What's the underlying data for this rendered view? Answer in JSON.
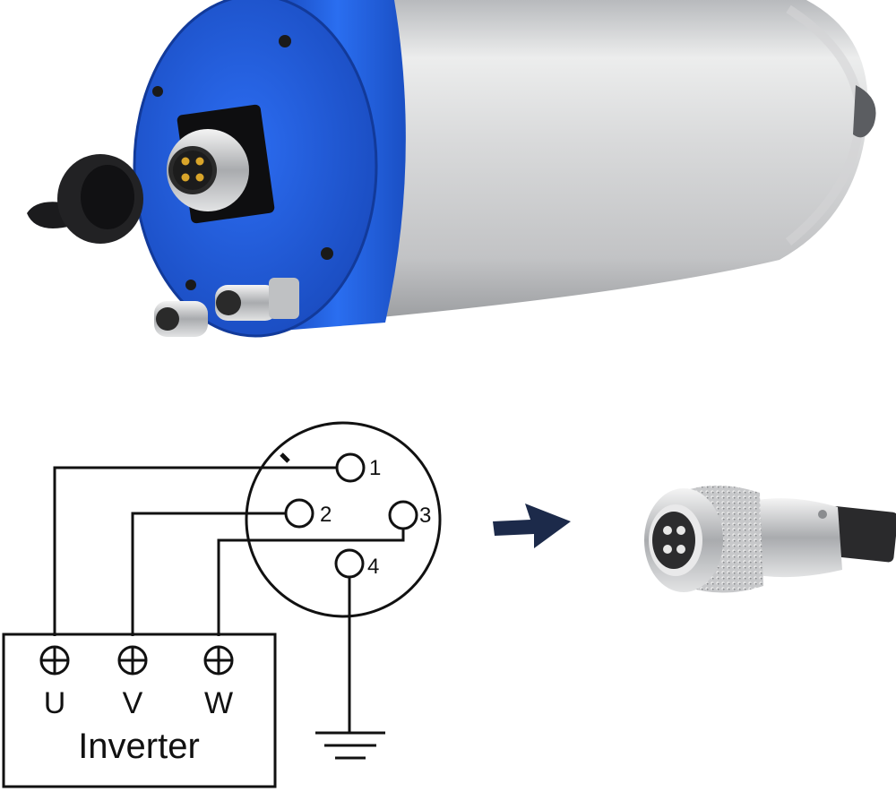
{
  "spindle": {
    "body_color": "#c9cacc",
    "endcap_color": "#1f5fd6",
    "connector_pins": 4
  },
  "wiring": {
    "pins": [
      {
        "number": "1"
      },
      {
        "number": "2"
      },
      {
        "number": "3"
      },
      {
        "number": "4"
      }
    ],
    "terminals": [
      {
        "label": "U"
      },
      {
        "label": "V"
      },
      {
        "label": "W"
      }
    ],
    "inverter_label": "Inverter",
    "ground_icon": "ground-icon"
  },
  "arrow": {
    "icon": "arrow-right-icon",
    "color": "#1c2a4a"
  },
  "plug": {
    "pins": 4
  }
}
